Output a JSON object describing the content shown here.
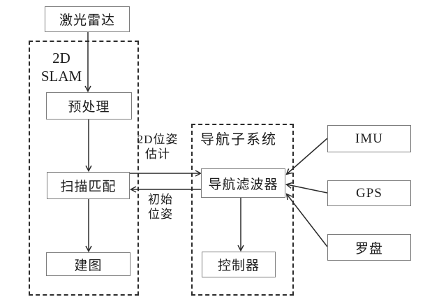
{
  "diagram": {
    "nodes": {
      "lidar": {
        "label": "激光雷达"
      },
      "preprocess": {
        "label": "预处理"
      },
      "scan_match": {
        "label": "扫描匹配"
      },
      "mapping": {
        "label": "建图"
      },
      "nav_filter": {
        "label": "导航滤波器"
      },
      "controller": {
        "label": "控制器"
      },
      "imu": {
        "label": "IMU"
      },
      "gps": {
        "label": "GPS"
      },
      "compass": {
        "label": "罗盘"
      }
    },
    "groups": {
      "slam": {
        "label_line1": "2D",
        "label_line2": "SLAM"
      },
      "nav": {
        "label": "导航子系统"
      }
    },
    "edge_labels": {
      "pose_estimate_line1": "2D位姿",
      "pose_estimate_line2": "估计",
      "initial_pose_line1": "初始",
      "initial_pose_line2": "位姿"
    },
    "colors": {
      "line": "#2b2b2b",
      "box_border": "#7d7d7d",
      "text": "#1c1c1c",
      "background": "#ffffff"
    }
  }
}
